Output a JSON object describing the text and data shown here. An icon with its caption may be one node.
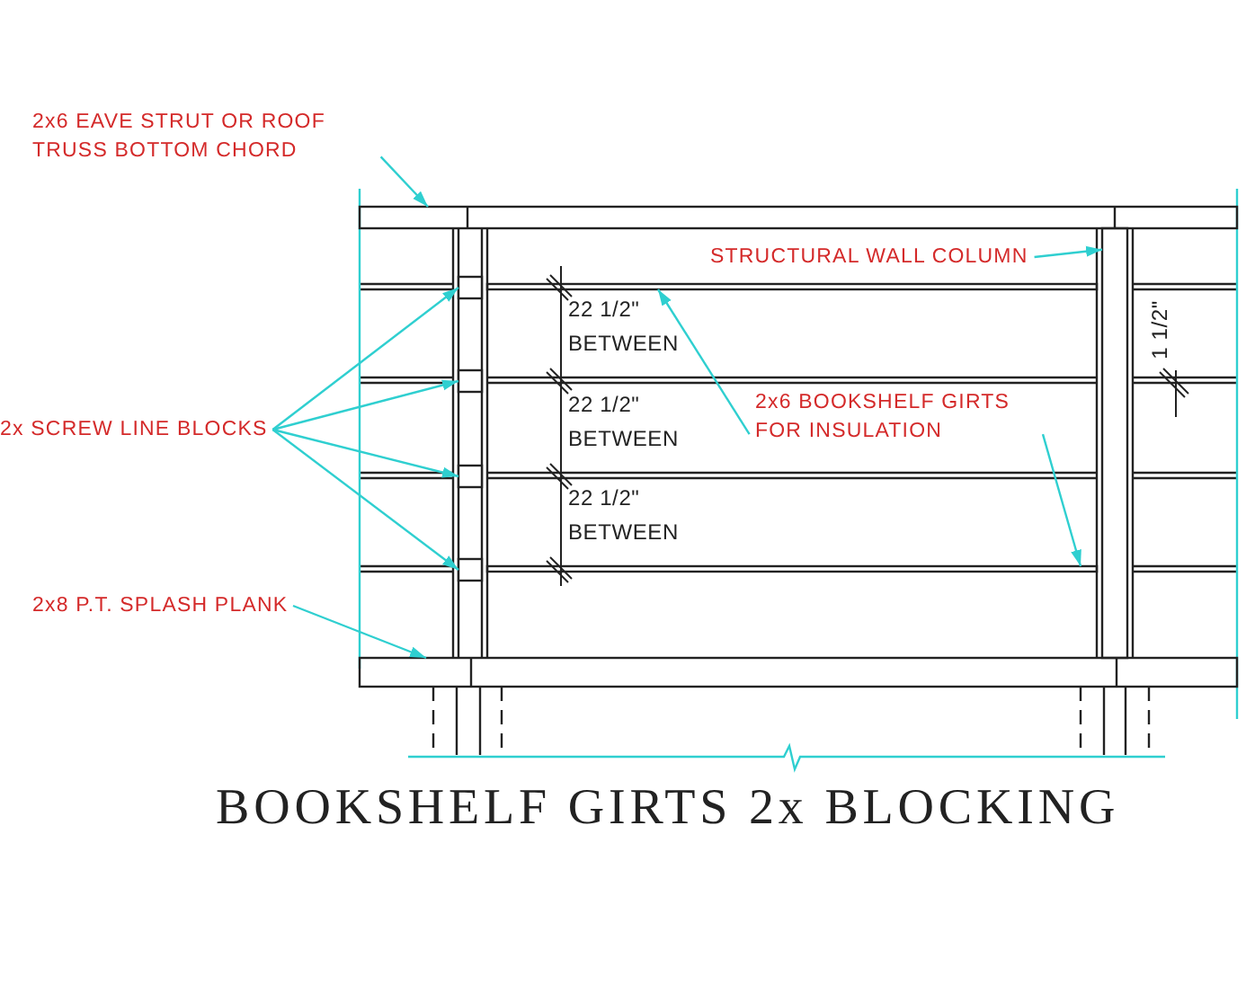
{
  "diagram": {
    "title": "BOOKSHELF GIRTS 2x BLOCKING",
    "nodes": [
      {
        "text": [
          "2x6 EAVE STRUT OR ROOF TRUSS BOTTOM CHORD"
        ]
      },
      {
        "text": [],
        "shape": "bar"
      },
      {
        "text": [
          "STRUCTURAL WALL COLUMN"
        ]
      },
      {
        "text": [],
        "shape": "bar"
      },
      {
        "text": [
          "2x SCREW LINE BLOCKS"
        ]
      },
      {
        "text": [],
        "shape": "box"
      },
      {
        "text": [],
        "shape": "box"
      },
      {
        "text": [],
        "shape": "box"
      },
      {
        "text": [],
        "shape": "box"
      },
      {
        "text": [
          "2x6 BOOKSHELF GIRTS FOR INSULATION"
        ]
      },
      {
        "text": [],
        "shape": "bar"
      },
      {
        "text": [],
        "shape": "bar"
      },
      {
        "text": [
          "2x8 P.T. SPLASH PLANK"
        ]
      },
      {
        "text": [],
        "shape": "bar"
      }
    ],
    "edges": [
      {
        "from": 0,
        "to": 1,
        "arrow": "to"
      },
      {
        "from": 2,
        "to": 3,
        "arrow": "to"
      },
      {
        "from": 4,
        "to": 5,
        "arrow": "to"
      },
      {
        "from": 4,
        "to": 6,
        "arrow": "to"
      },
      {
        "from": 4,
        "to": 7,
        "arrow": "to"
      },
      {
        "from": 4,
        "to": 8,
        "arrow": "to"
      },
      {
        "from": 9,
        "to": 10,
        "arrow": "to"
      },
      {
        "from": 9,
        "to": 11,
        "arrow": "to"
      },
      {
        "from": 12,
        "to": 13,
        "arrow": "to"
      }
    ],
    "labels": [
      "22 1/2\" BETWEEN",
      "22 1/2\" BETWEEN",
      "22 1/2\" BETWEEN",
      "1 1/2\""
    ]
  }
}
